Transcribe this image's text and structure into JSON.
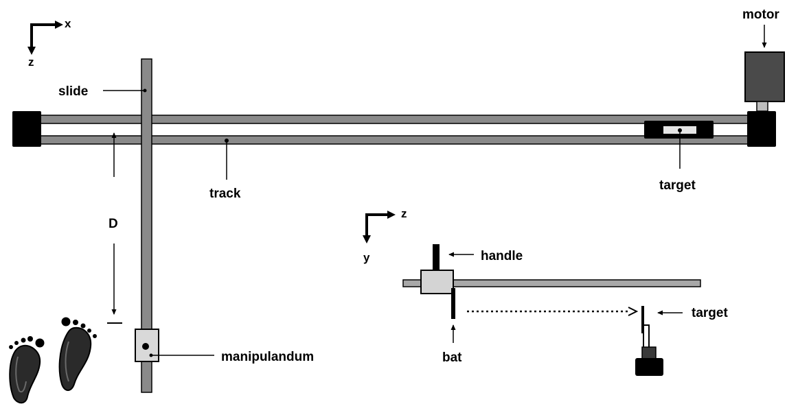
{
  "top_view": {
    "axes": {
      "x_label": "x",
      "z_label": "z"
    },
    "labels": {
      "motor": "motor",
      "slide": "slide",
      "track": "track",
      "target": "target",
      "distance": "D",
      "manipulandum": "manipulandum"
    }
  },
  "side_view": {
    "axes": {
      "z_label": "z",
      "y_label": "y"
    },
    "labels": {
      "handle": "handle",
      "bat": "bat",
      "target": "target"
    }
  },
  "colors": {
    "bar_gray": "#8a8a8a",
    "dark_block": "#000000",
    "motor_body": "#4a4a4a",
    "light_gray": "#d4d4d4",
    "target_insert": "#e6e6e6"
  }
}
